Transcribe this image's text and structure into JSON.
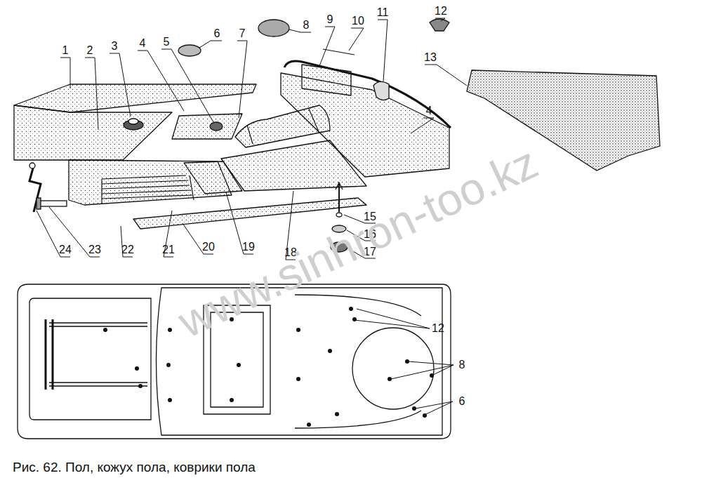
{
  "diagram": {
    "caption": "Рис. 62. Пол, кожух пола, коврики пола",
    "labels": [
      "1",
      "2",
      "3",
      "4",
      "5",
      "6",
      "7",
      "8",
      "9",
      "10",
      "11",
      "12",
      "13",
      "4",
      "15",
      "16",
      "17",
      "24",
      "23",
      "22",
      "21",
      "20",
      "19",
      "18",
      "12",
      "8",
      "6",
      "www.sinhron-too.kz"
    ]
  }
}
